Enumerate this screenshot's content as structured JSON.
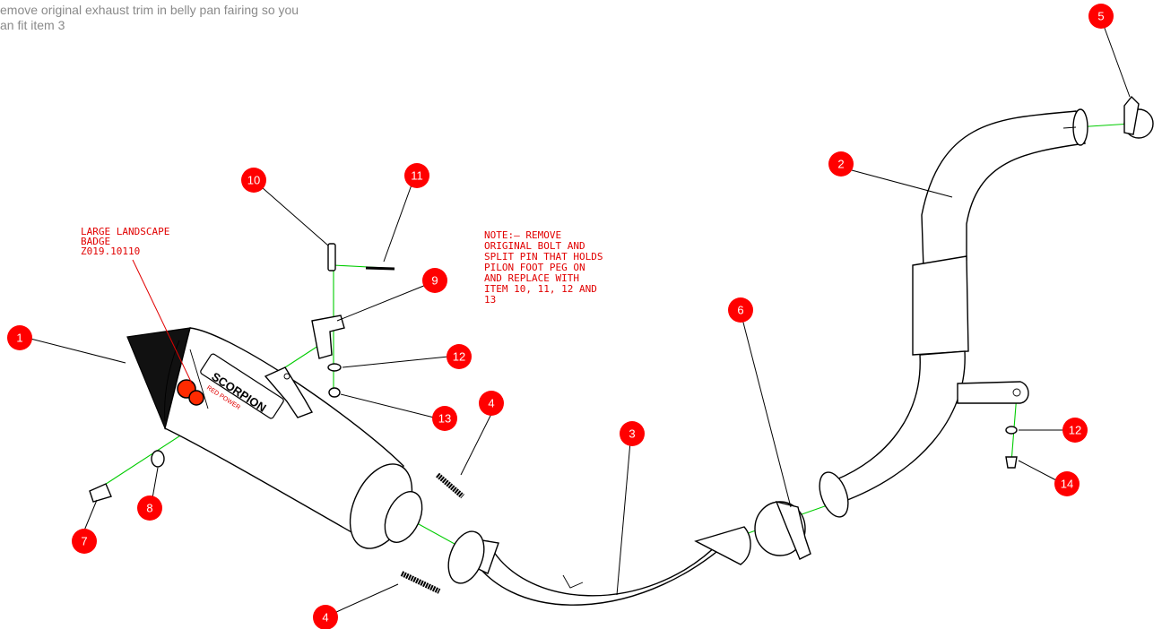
{
  "instruction_text": {
    "line1": "emove original exhaust trim in belly pan fairing so you",
    "line2": "an fit item 3"
  },
  "badge_label": {
    "line1": "LARGE LANDSCAPE",
    "line2": "BADGE",
    "line3": "Z019.10110"
  },
  "note": {
    "line1": "NOTE:— REMOVE",
    "line2": "ORIGINAL BOLT AND",
    "line3": "SPLIT PIN THAT HOLDS",
    "line4": "PILON FOOT PEG ON",
    "line5": "AND REPLACE WITH",
    "line6": "ITEM 10, 11, 12 AND",
    "line7": "13"
  },
  "silencer_branding": {
    "brand": "SCORPION",
    "sub": "RED POWER"
  },
  "callouts": {
    "c1": "1",
    "c2": "2",
    "c3": "3",
    "c4a": "4",
    "c4b": "4",
    "c5": "5",
    "c6": "6",
    "c7": "7",
    "c8": "8",
    "c9": "9",
    "c10": "10",
    "c11": "11",
    "c12a": "12",
    "c12b": "12",
    "c13": "13",
    "c14": "14"
  },
  "colors": {
    "callout": "#ff0000",
    "note_text": "#e10000",
    "assembly_line": "#00cc00",
    "instruction_text": "#8a8a8a"
  }
}
